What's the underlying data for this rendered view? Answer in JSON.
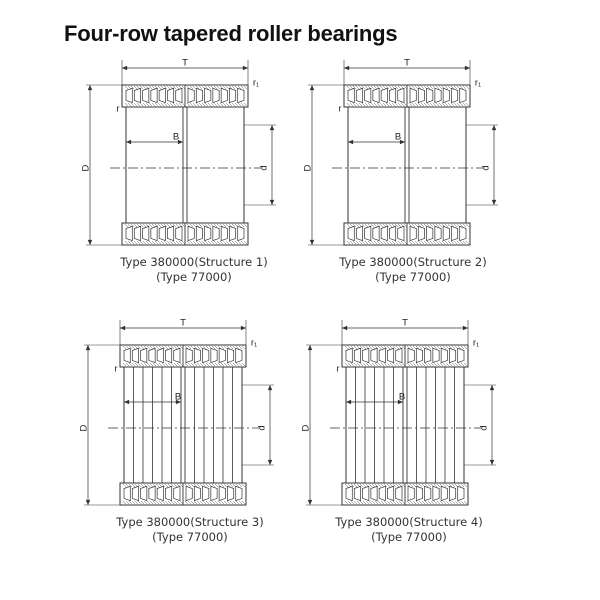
{
  "title": "Four-row tapered roller bearings",
  "dimension_labels": {
    "T": "T",
    "B": "B",
    "D": "D",
    "d": "d",
    "r": "r",
    "r1": "r₁"
  },
  "diagrams": [
    {
      "caption": "Type 380000(Structure 1)",
      "subcaption": "(Type 77000)"
    },
    {
      "caption": "Type 380000(Structure 2)",
      "subcaption": "(Type 77000)"
    },
    {
      "caption": "Type 380000(Structure 3)",
      "subcaption": "(Type 77000)"
    },
    {
      "caption": "Type 380000(Structure 4)",
      "subcaption": "(Type 77000)"
    }
  ],
  "colors": {
    "line": "#333333",
    "hatch": "#666666"
  }
}
